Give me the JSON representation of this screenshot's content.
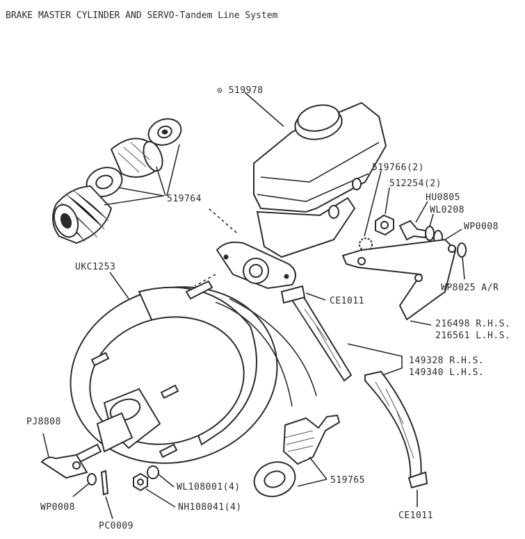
{
  "title": "BRAKE MASTER CYLINDER AND SERVO-Tandem Line System",
  "labels": {
    "reservoir": "⊙ 519978",
    "seal_kit": "519764",
    "servo": "UKC1253",
    "washer_2": "519766(2)",
    "nut_2": "512254(2)",
    "bolt": "HU0805",
    "washer_wl": "WL0208",
    "washer_wp_top": "WP0008",
    "washer_wp8025": "WP8025 A/R",
    "bracket_rhs": "216498 R.H.S.",
    "bracket_lhs": "216561 L.H.S.",
    "clip_top": "CE1011",
    "hose_rhs": "149328 R.H.S.",
    "hose_lhs": "149340 L.H.S.",
    "pin": "PJ8808",
    "washer_wp_bottom": "WP0008",
    "split_pin": "PC0009",
    "washer_wl_bottom": "WL108001(4)",
    "nut_bottom": "NH108041(4)",
    "valve": "519765",
    "clip_bottom": "CE1011"
  }
}
